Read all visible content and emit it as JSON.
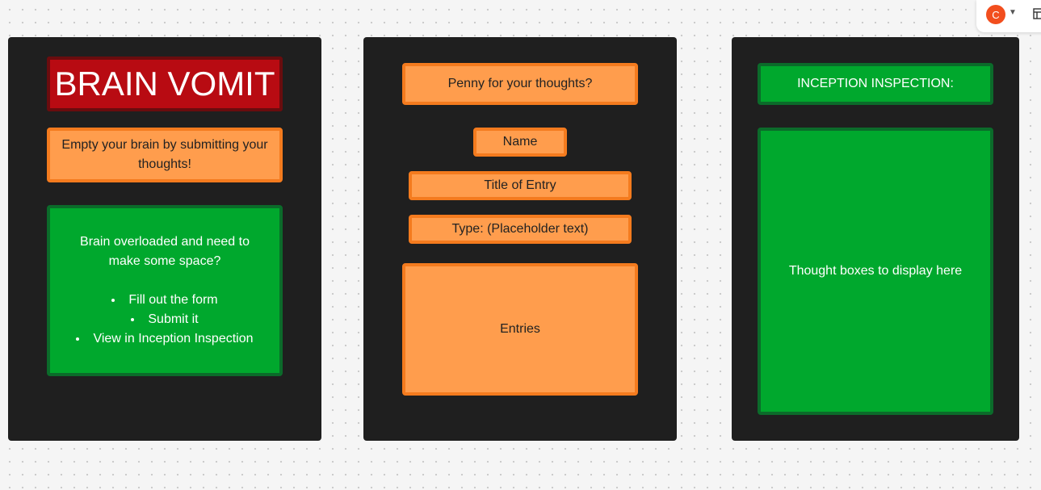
{
  "left": {
    "title": "BRAIN VOMIT",
    "subtitle": "Empty your brain by submitting your thoughts!",
    "info": {
      "intro": "Brain overloaded and need to make some space?",
      "steps": [
        "Fill out the form",
        "Submit it",
        "View in Inception Inspection"
      ]
    }
  },
  "middle": {
    "heading": "Penny for your thoughts?",
    "name_label": "Name",
    "title_label": "Title of Entry",
    "type_label": "Type: (Placeholder text)",
    "entries_label": "Entries"
  },
  "right": {
    "heading": "INCEPTION INSPECTION:",
    "display_text": "Thought boxes to display here"
  },
  "toolbar": {
    "avatar_initial": "C",
    "caret_icon": "chevron-down-icon",
    "layout_icon": "layout-icon"
  },
  "colors": {
    "panel": "#1f1f1f",
    "orange_fill": "#ff9d4d",
    "orange_border": "#f47b1e",
    "green_fill": "#00a82d",
    "green_border": "#0b6b2a",
    "red_fill": "#b80b12",
    "red_border": "#6a0c0e",
    "avatar": "#f24e1e"
  }
}
